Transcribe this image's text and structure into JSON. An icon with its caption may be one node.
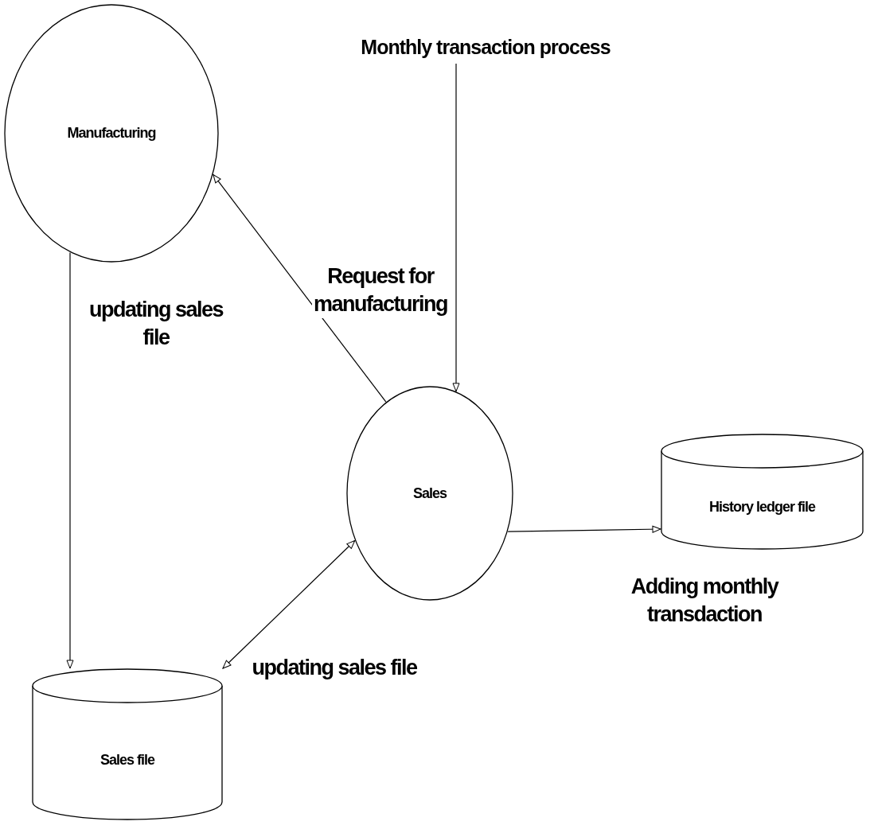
{
  "diagram": {
    "nodes": [
      {
        "text": [
          "Monthly transaction process"
        ]
      },
      {
        "text": [
          "Manufacturing"
        ]
      },
      {
        "text": [
          "Sales"
        ]
      },
      {
        "text": [
          "History ledger file"
        ]
      },
      {
        "text": [
          "Sales file"
        ]
      }
    ],
    "edges": [
      {
        "from": 0,
        "to": 2,
        "arrow": "to"
      },
      {
        "from": 2,
        "to": 1,
        "arrow": "to",
        "label": "Request for manufacturing"
      },
      {
        "from": 1,
        "to": 4,
        "arrow": "to",
        "label": "updating sales file"
      },
      {
        "from": 2,
        "to": 4,
        "arrow": "both",
        "label": "updating sales file"
      },
      {
        "from": 2,
        "to": 3,
        "arrow": "to",
        "label": "Adding monthly transdaction"
      }
    ]
  }
}
